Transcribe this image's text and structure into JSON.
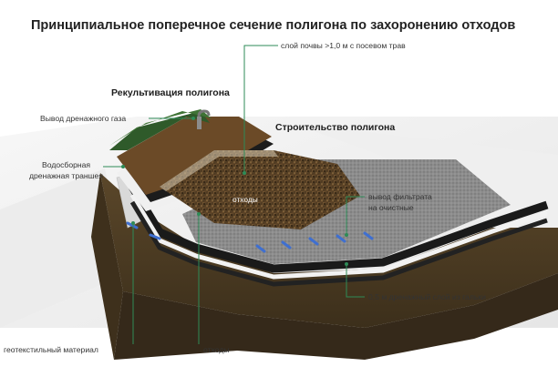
{
  "title": "Принципиальное поперечное сечение полигона по захоронению отходов",
  "sections": {
    "reclamation": "Рекультивация полигона",
    "construction": "Строительство полигона"
  },
  "labels": {
    "soil_layer": "слой почвы >1,0 м с посевом трав",
    "gas_outlet": "Вывод дренажного газа",
    "drain_trench_line1": "Водосборная",
    "drain_trench_line2": "дренажная траншея",
    "waste_inner": "отходы",
    "filtrate_line1": "вывод фильтрата",
    "filtrate_line2": "на очистные",
    "gravel_layer": "0,5 м дренажный слой из гальки",
    "geotextile": "геотекстильный материал",
    "waste_bottom": "отходы"
  },
  "colors": {
    "callout_line": "#2e8b57",
    "grass": "#2f5a2a",
    "soil": "#6b4a27",
    "ground": "#4a3a22",
    "liner": "#1a1a1a",
    "gravel": "#8a8a8a",
    "pipe": "#3f6fd0",
    "concrete": "#dcdcdc"
  }
}
